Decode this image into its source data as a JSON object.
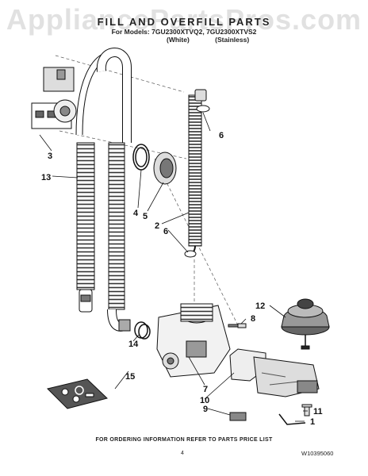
{
  "watermark": "AppliancePartsPros.com",
  "title": "FILL AND OVERFILL PARTS",
  "models_line": "For Models: 7GU2300XTVQ2, 7GU2300XTVS2",
  "variants": [
    "(White)",
    "(Stainless)"
  ],
  "callouts": {
    "c1": "1",
    "c2": "2",
    "c3": "3",
    "c4": "4",
    "c5": "5",
    "c6a": "6",
    "c6b": "6",
    "c7": "7",
    "c8": "8",
    "c9": "9",
    "c10": "10",
    "c11": "11",
    "c12": "12",
    "c13": "13",
    "c14": "14",
    "c15": "15"
  },
  "footer": "FOR ORDERING INFORMATION REFER TO PARTS PRICE LIST",
  "page_number": "4",
  "document_number": "W10395060"
}
